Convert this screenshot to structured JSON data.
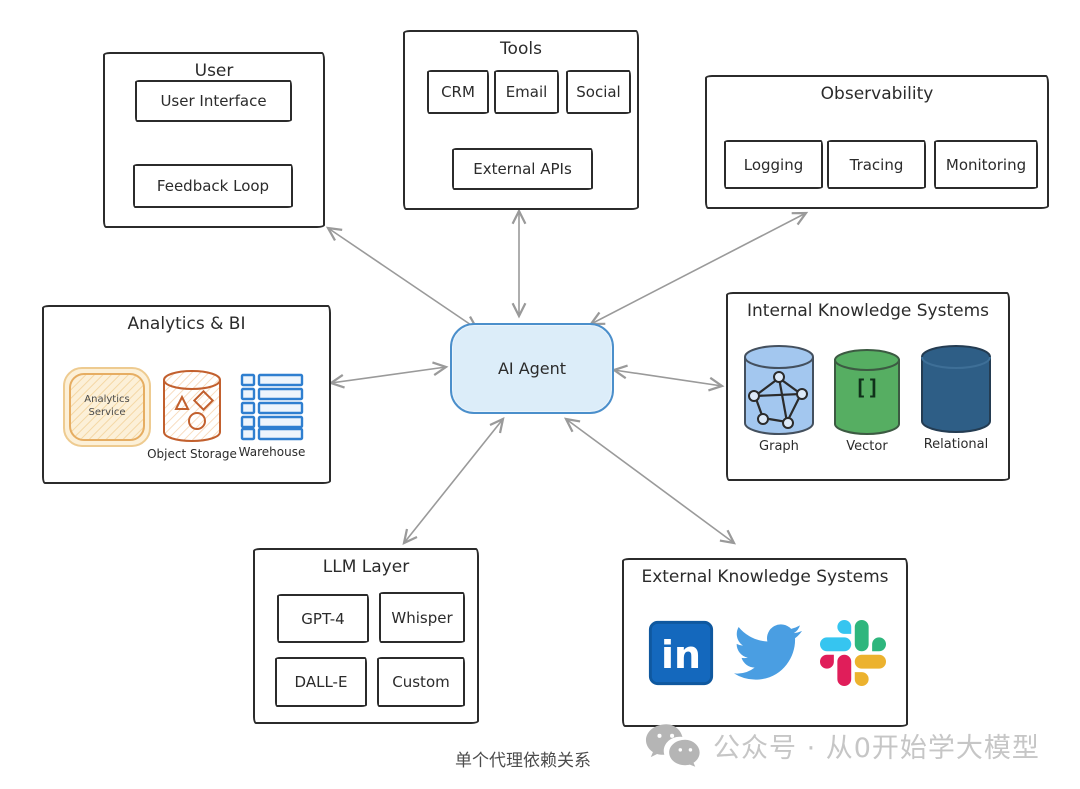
{
  "center_node": {
    "label": "AI Agent"
  },
  "groups": {
    "user": {
      "title": "User",
      "items": [
        {
          "label": "User Interface"
        },
        {
          "label": "Feedback Loop"
        }
      ]
    },
    "tools": {
      "title": "Tools",
      "items": [
        {
          "label": "CRM"
        },
        {
          "label": "Email"
        },
        {
          "label": "Social"
        }
      ],
      "source": {
        "label": "External APIs"
      }
    },
    "observability": {
      "title": "Observability",
      "items": [
        {
          "label": "Logging"
        },
        {
          "label": "Tracing"
        },
        {
          "label": "Monitoring"
        }
      ]
    },
    "analytics_bi": {
      "title": "Analytics & BI",
      "items": [
        {
          "label": "Analytics Service"
        },
        {
          "label": "Object Storage"
        },
        {
          "label": "Warehouse"
        }
      ]
    },
    "internal_knowledge": {
      "title": "Internal Knowledge Systems",
      "items": [
        {
          "label": "Graph",
          "color": "#a3c7ef"
        },
        {
          "label": "Vector",
          "color": "#56ae62",
          "glyph": "[]"
        },
        {
          "label": "Relational",
          "color": "#2e5e86"
        }
      ]
    },
    "llm_layer": {
      "title": "LLM Layer",
      "items": [
        {
          "label": "GPT-4"
        },
        {
          "label": "Whisper"
        },
        {
          "label": "DALL-E"
        },
        {
          "label": "Custom"
        }
      ]
    },
    "external_knowledge": {
      "title": "External Knowledge Systems",
      "icons": [
        {
          "name": "linkedin-icon"
        },
        {
          "name": "twitter-icon"
        },
        {
          "name": "slack-icon"
        }
      ]
    }
  },
  "footer": {
    "caption": "单个代理依赖关系",
    "watermark": "公众号 · 从0开始学大模型"
  },
  "colors": {
    "agent_fill": "#dcedf9",
    "agent_border": "#4b8fcb",
    "arrow_gray": "#9a9a9a",
    "arrow_black": "#1f1f1f",
    "linkedin": "#1468bd",
    "twitter": "#4a9ee2",
    "slack": [
      "#36C5F0",
      "#2EB67D",
      "#E01E5A",
      "#ECB22E"
    ],
    "orange": "#c2602e",
    "warehouse_blue": "#2f7fd0"
  }
}
